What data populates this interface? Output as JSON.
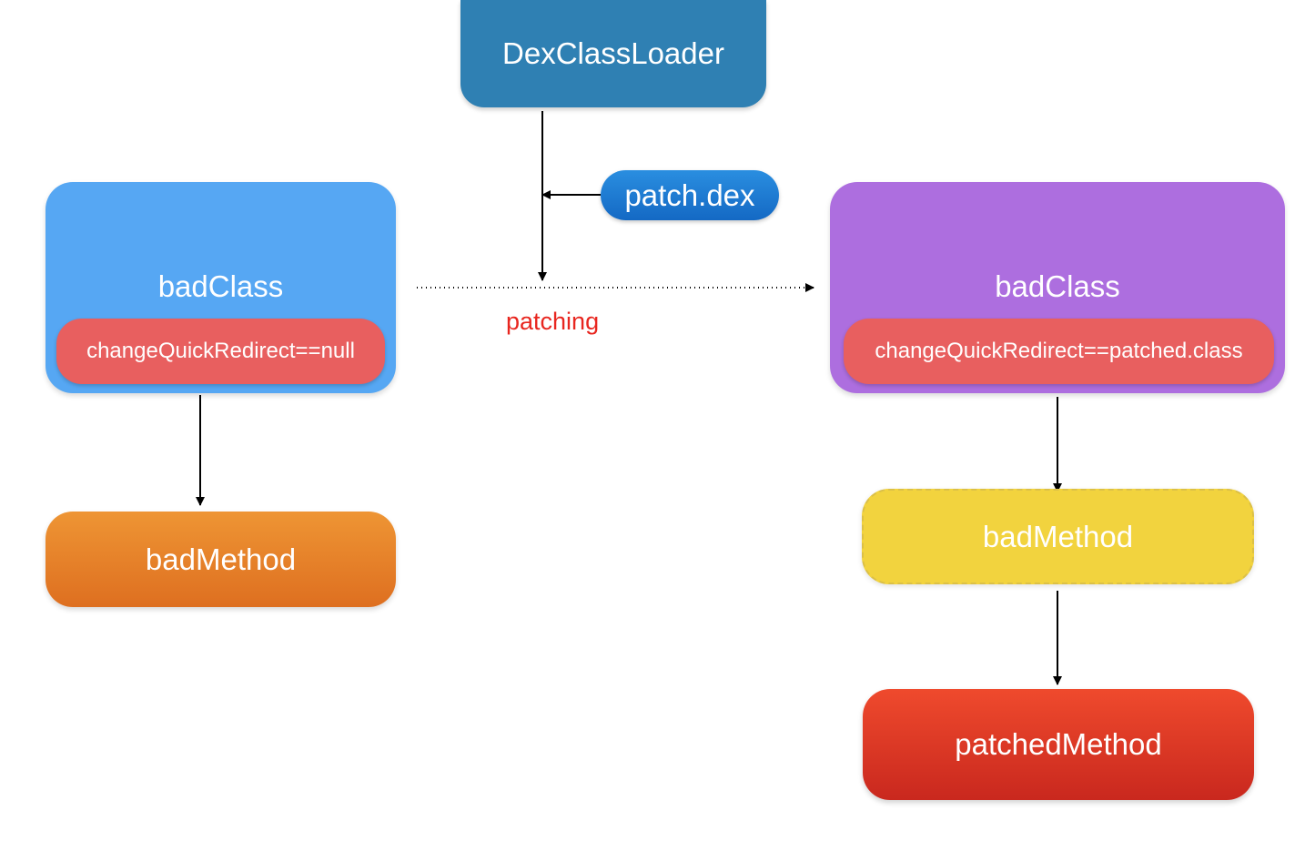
{
  "nodes": {
    "loader": "DexClassLoader",
    "patch": "patch.dex",
    "left_class": {
      "title": "badClass",
      "field": "changeQuickRedirect==null"
    },
    "left_method": "badMethod",
    "right_class": {
      "title": "badClass",
      "field": "changeQuickRedirect==patched.class"
    },
    "right_method": "badMethod",
    "patched_method": "patchedMethod"
  },
  "edges": {
    "patching_label": "patching"
  },
  "colors": {
    "loader": "#2f80b3",
    "patch": "#1f7fd6",
    "left_class": "#56a7f3",
    "right_class": "#ad6edf",
    "field": "#e85f5f",
    "left_method": "#e8822a",
    "right_method": "#f2d33e",
    "patched_method": "#de3a25",
    "patching_label": "#e8261f"
  }
}
